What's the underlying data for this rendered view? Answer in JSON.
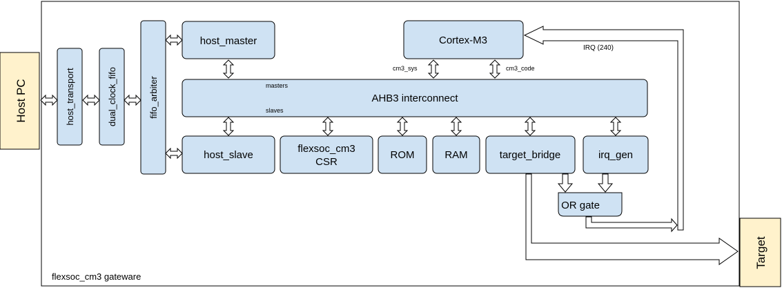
{
  "blocks": {
    "host_pc": "Host PC",
    "target": "Target",
    "host_transport": "host_transport",
    "dual_clock_fifo": "dual_clock_fifo",
    "fifo_arbiter": "fifo_arbiter",
    "host_master": "host_master",
    "cortex_m3": "Cortex-M3",
    "ahb3_interconnect": "AHB3 interconnect",
    "host_slave": "host_slave",
    "flexsoc_cm3_csr_line1": "flexsoc_cm3",
    "flexsoc_cm3_csr_line2": "CSR",
    "rom": "ROM",
    "ram": "RAM",
    "target_bridge": "target_bridge",
    "irq_gen": "irq_gen",
    "or_gate": "OR gate"
  },
  "labels": {
    "masters": "masters",
    "slaves": "slaves",
    "cm3_sys": "cm3_sys",
    "cm3_code": "cm3_code",
    "irq": "IRQ (240)",
    "gateware": "flexsoc_cm3 gateware"
  },
  "colors": {
    "block_fill": "#cfe2f3",
    "external_fill": "#fff2cc",
    "stroke": "#000000"
  }
}
